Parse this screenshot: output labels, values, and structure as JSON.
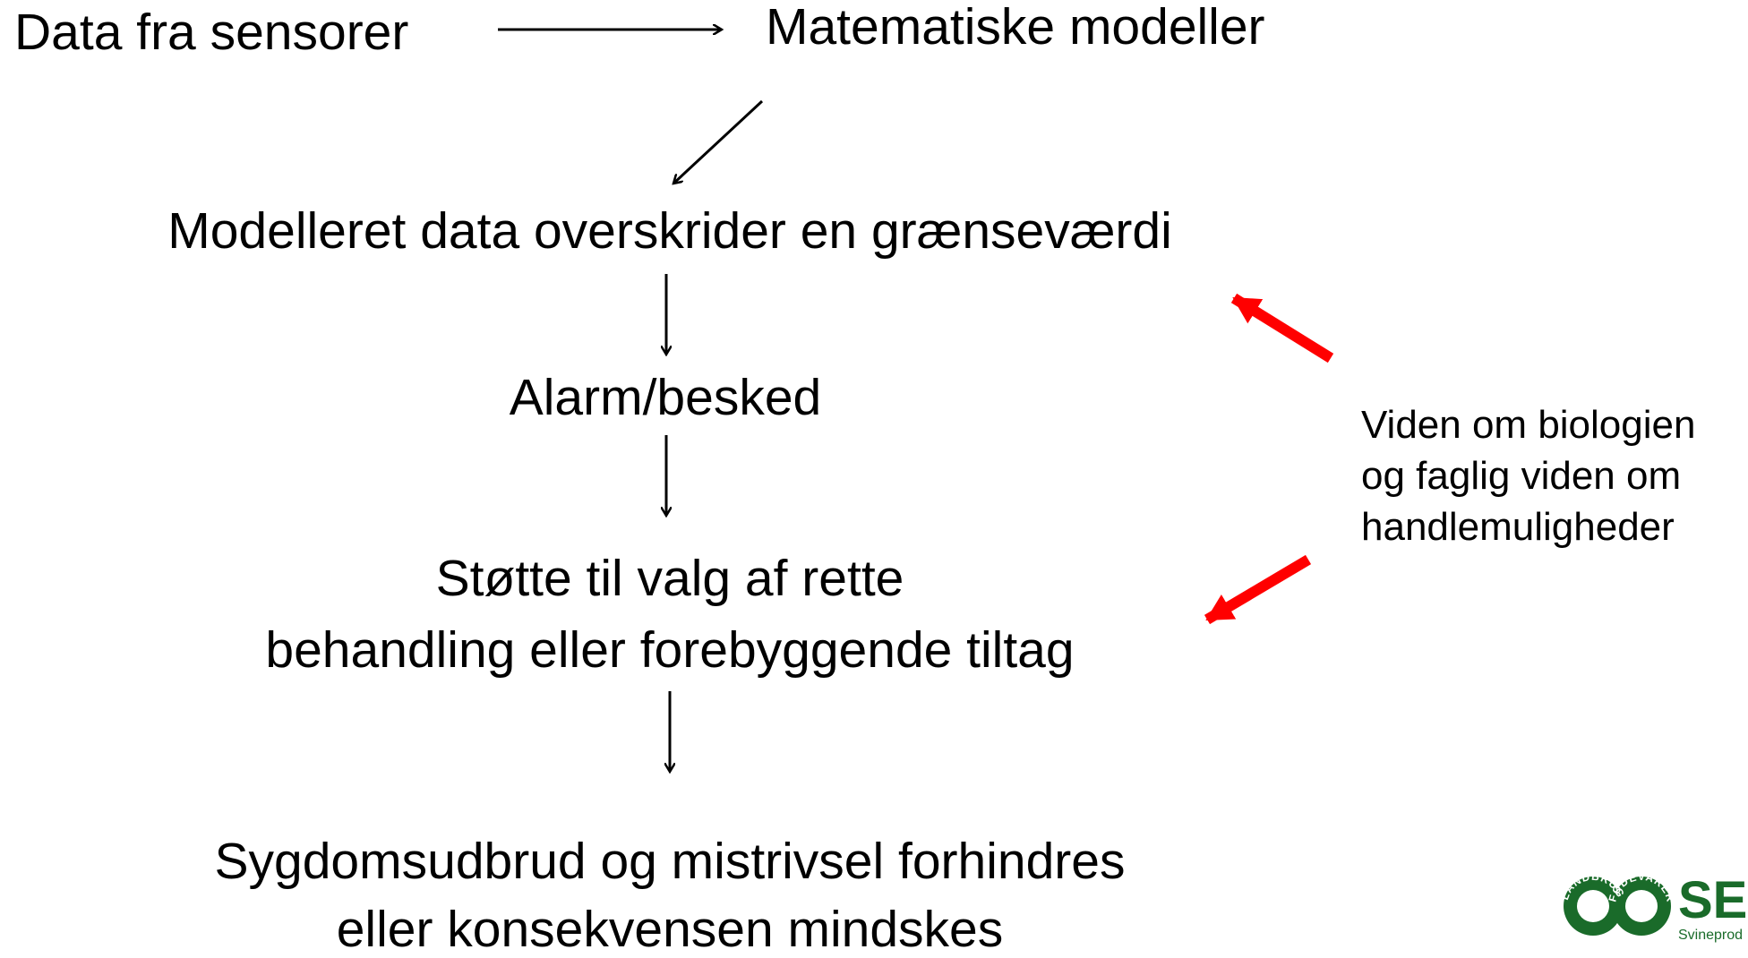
{
  "nodes": {
    "sensor_data": "Data fra sensorer",
    "math_models": "Matematiske modeller",
    "threshold": "Modelleret data overskrider en grænseværdi",
    "alarm": "Alarm/besked",
    "support_line1": "Støtte til valg af rette",
    "support_line2": "behandling eller forebyggende tiltag",
    "outcome_line1": "Sygdomsudbrud og mistrivsel forhindres",
    "outcome_line2": "eller konsekvensen mindskes"
  },
  "knowledge": {
    "line1": "Viden om biologien",
    "line2": "og faglig viden om",
    "line3": "handlemuligheder"
  },
  "logo": {
    "name": "SEG",
    "subtitle": "Svineprod",
    "ring_left": "LANDBRUG",
    "ring_right": "FØDEVARER",
    "brand_color": "#1a6b2a"
  },
  "colors": {
    "text": "#000000",
    "highlight_arrow": "#ff0000"
  }
}
